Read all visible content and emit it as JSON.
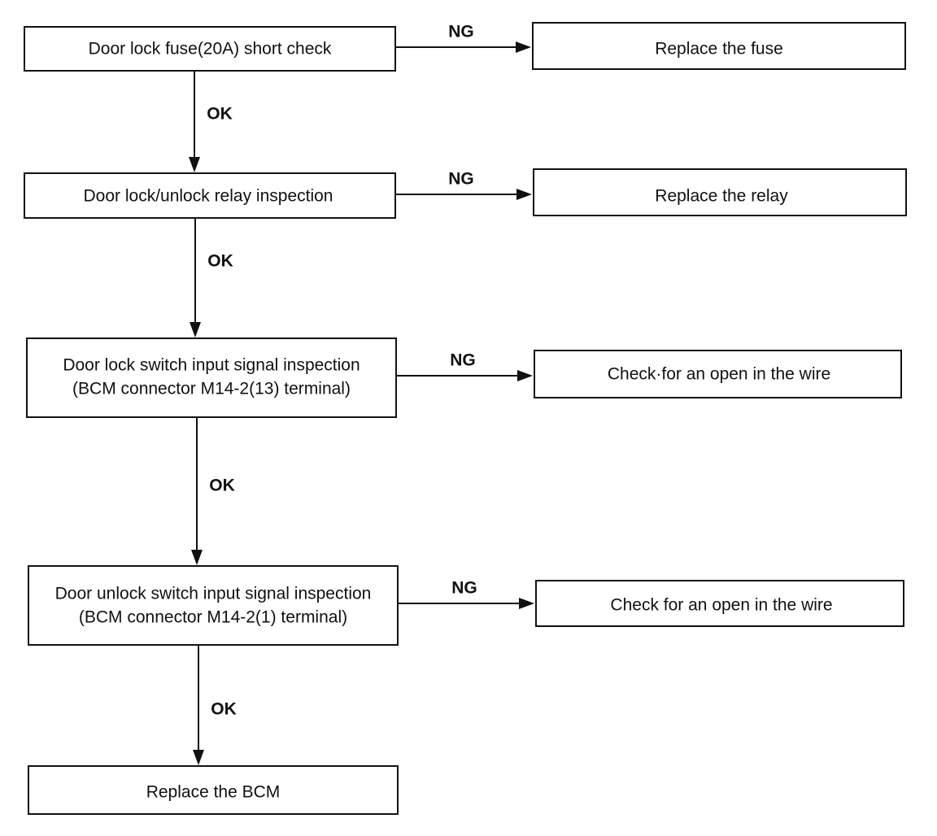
{
  "steps": {
    "fuse_check": {
      "lines": [
        "Door lock fuse(20A) short check"
      ]
    },
    "replace_fuse": {
      "lines": [
        "Replace the fuse"
      ]
    },
    "relay_inspection": {
      "lines": [
        "Door lock/unlock relay inspection"
      ]
    },
    "replace_relay": {
      "lines": [
        "Replace the relay"
      ]
    },
    "lock_switch_inspection": {
      "lines": [
        "Door lock switch input signal inspection",
        "(BCM connector M14-2(13) terminal)"
      ]
    },
    "lock_wire_check": {
      "lines": [
        "Check·for an open in the wire"
      ]
    },
    "unlock_switch_inspection": {
      "lines": [
        "Door unlock switch input signal inspection",
        "(BCM connector M14-2(1) terminal)"
      ]
    },
    "unlock_wire_check": {
      "lines": [
        "Check for an open in the wire"
      ]
    },
    "replace_bcm": {
      "lines": [
        "Replace the BCM"
      ]
    }
  },
  "edges": {
    "fuse_ng": {
      "label": "NG"
    },
    "fuse_ok": {
      "label": "OK"
    },
    "relay_ng": {
      "label": "NG"
    },
    "relay_ok": {
      "label": "OK"
    },
    "lock_ng": {
      "label": "NG"
    },
    "lock_ok": {
      "label": "OK"
    },
    "unlock_ng": {
      "label": "NG"
    },
    "unlock_ok": {
      "label": "OK"
    }
  },
  "colors": {
    "line": "#111111",
    "background": "#ffffff"
  }
}
